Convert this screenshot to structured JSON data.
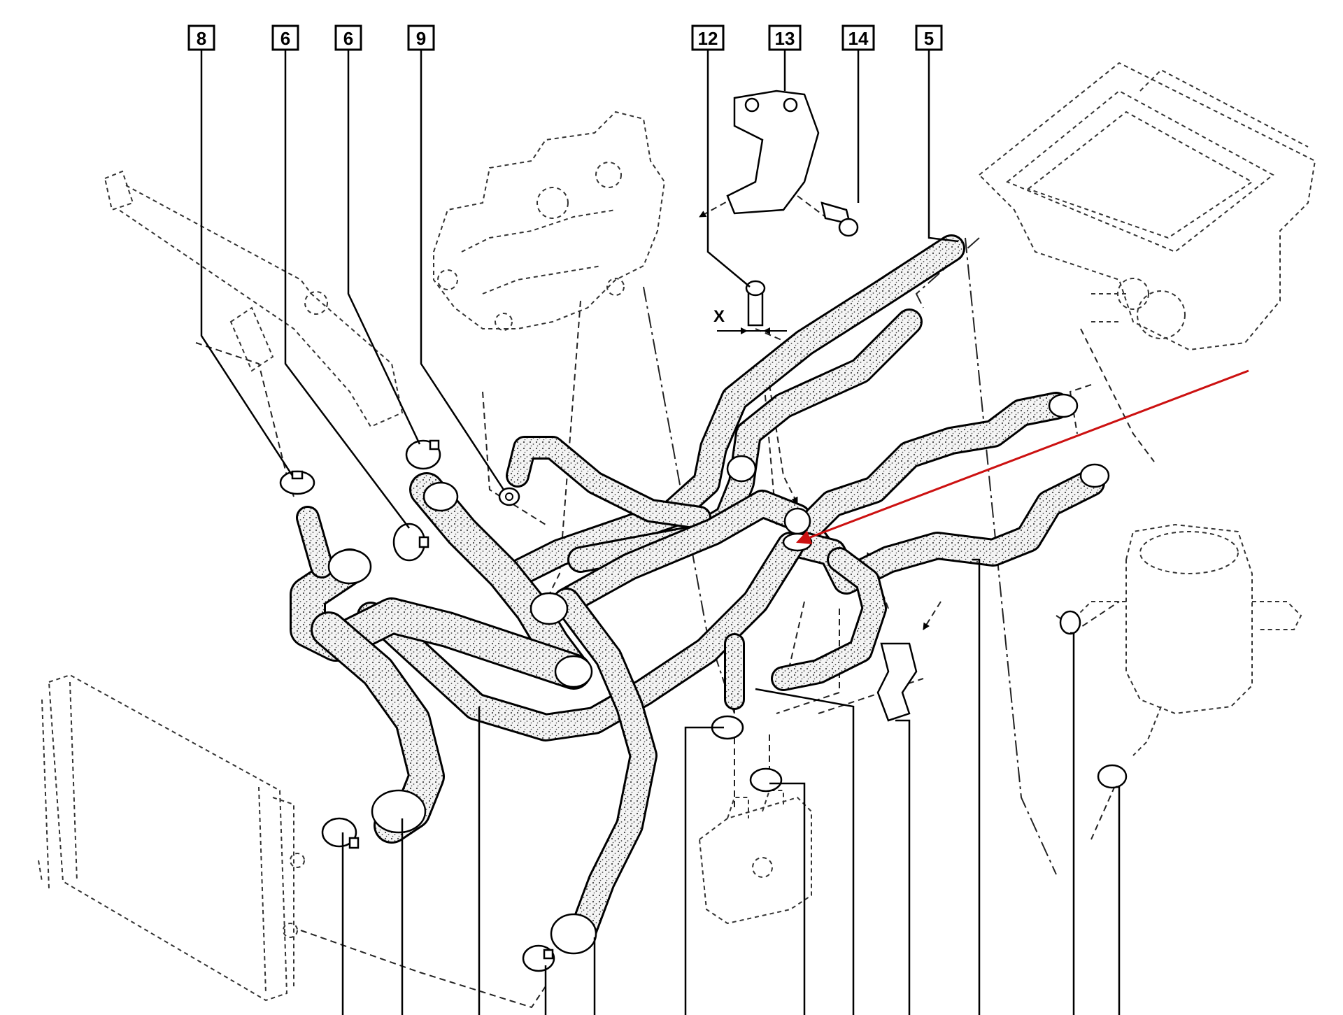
{
  "callouts": [
    "8",
    "6",
    "6",
    "9",
    "12",
    "13",
    "14",
    "5"
  ],
  "dimension_label": "X",
  "colors": {
    "line": "#000000",
    "hose_fill": "#f2f2f2",
    "stipple": "#555555",
    "highlight_arrow": "#cc1111"
  }
}
